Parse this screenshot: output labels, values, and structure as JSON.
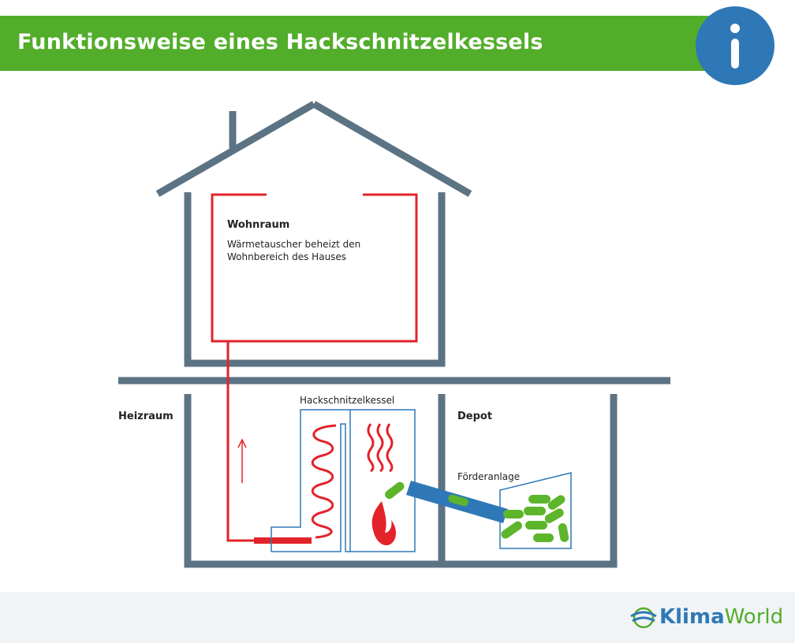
{
  "header": {
    "title": "Funktionsweise eines Hackschnitzelkessels"
  },
  "labels": {
    "wohnraum": "Wohnraum",
    "wohnraum_desc": "Wärmetauscher beheizt den Wohnbereich des Hauses",
    "heizraum": "Heizraum",
    "kessel": "Hackschnitzelkessel",
    "depot": "Depot",
    "foerderanlage": "Förderanlage"
  },
  "logo": {
    "part1": "Klima",
    "part2": "World"
  },
  "colors": {
    "header_green": "#52ad2a",
    "info_blue": "#2f78b7",
    "wall_gray": "#5c7384",
    "heat_red": "#e2232a",
    "chip_green": "#5db52b",
    "boiler_blue": "#2f78b7"
  }
}
